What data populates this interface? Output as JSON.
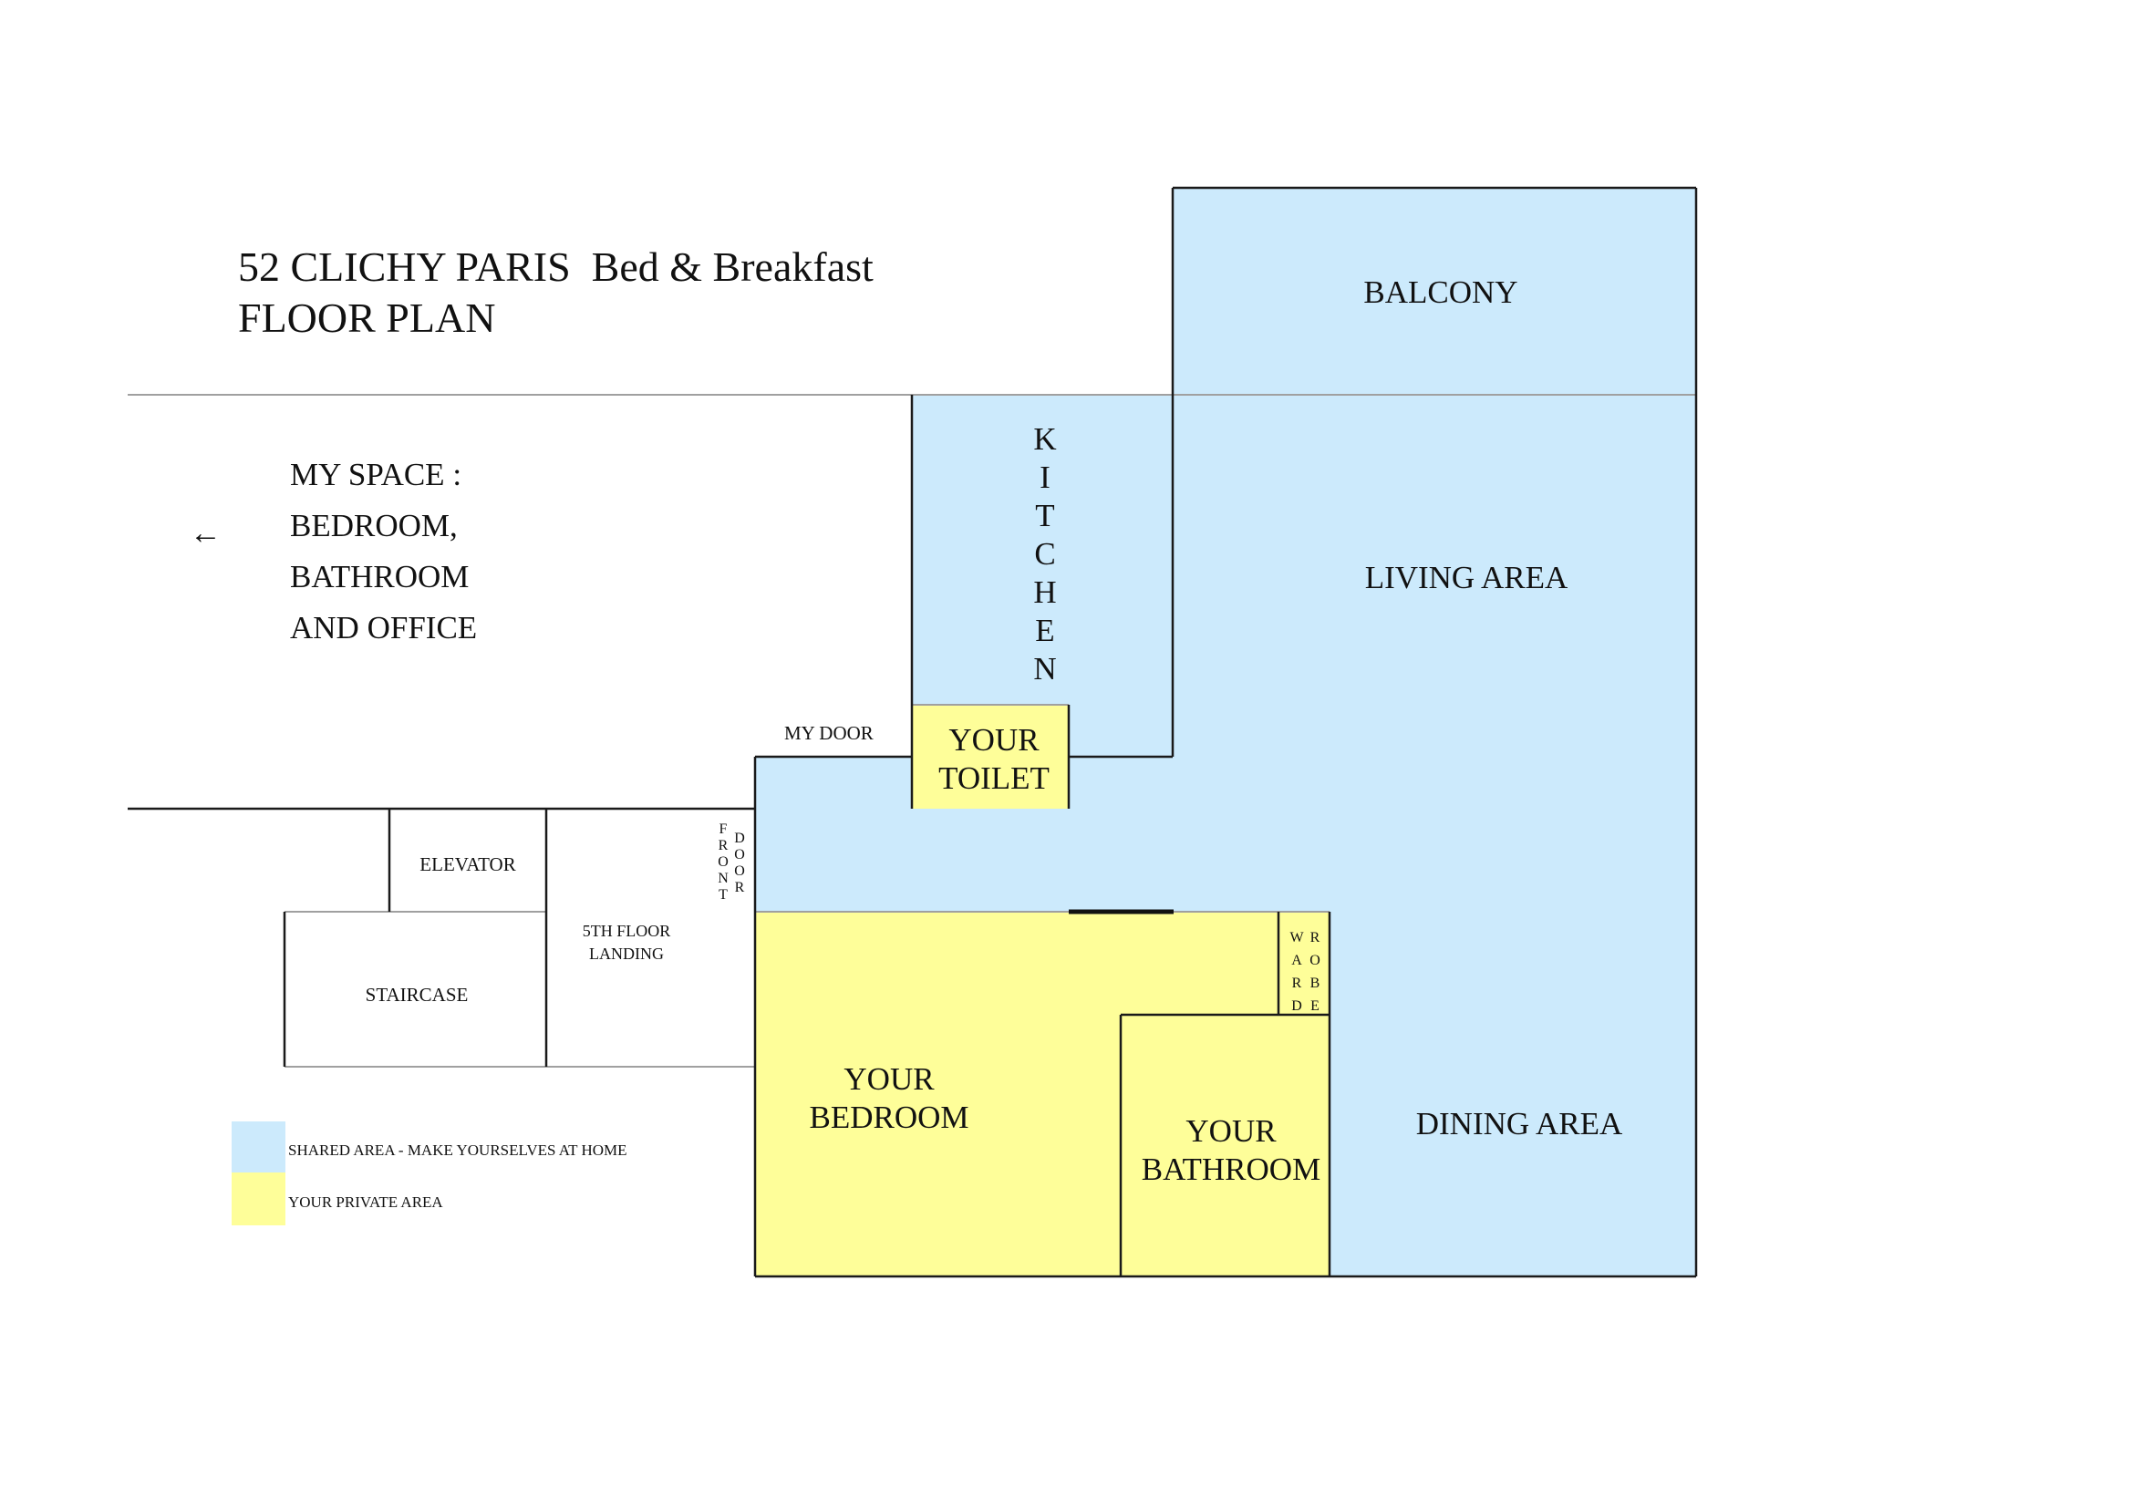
{
  "header": {
    "title_line1": "52 CLICHY PARIS  Bed & Breakfast",
    "title_line2": "FLOOR PLAN"
  },
  "my_space": {
    "arrow_icon": "left-arrow",
    "arrow_glyph": "←",
    "lines": [
      "MY SPACE :",
      "BEDROOM,",
      "BATHROOM",
      "AND OFFICE"
    ]
  },
  "colors": {
    "shared": "#cceafc",
    "private": "#fefe99",
    "wall": "#1a1a1a",
    "light_wall": "#a0a0a0"
  },
  "rooms": {
    "balcony": "BALCONY",
    "kitchen": [
      "K",
      "I",
      "T",
      "C",
      "H",
      "E",
      "N"
    ],
    "living_area": "LIVING AREA",
    "dining_area": "DINING AREA",
    "toilet": [
      "YOUR",
      "TOILET"
    ],
    "bedroom": [
      "YOUR",
      "BEDROOM"
    ],
    "bathroom": [
      "YOUR",
      "BATHROOM"
    ],
    "wardrobe_col1": [
      "W",
      "A",
      "R",
      "D"
    ],
    "wardrobe_col2": [
      "R",
      "O",
      "B",
      "E"
    ],
    "my_door": "MY DOOR",
    "front_col1": [
      "F",
      "R",
      "O",
      "N",
      "T"
    ],
    "front_col2": [
      "D",
      "O",
      "O",
      "R"
    ],
    "elevator": "ELEVATOR",
    "staircase": "STAIRCASE",
    "landing": [
      "5TH FLOOR",
      "LANDING"
    ]
  },
  "legend": {
    "shared_label": "SHARED AREA - MAKE YOURSELVES AT HOME",
    "private_label": "YOUR PRIVATE AREA"
  }
}
